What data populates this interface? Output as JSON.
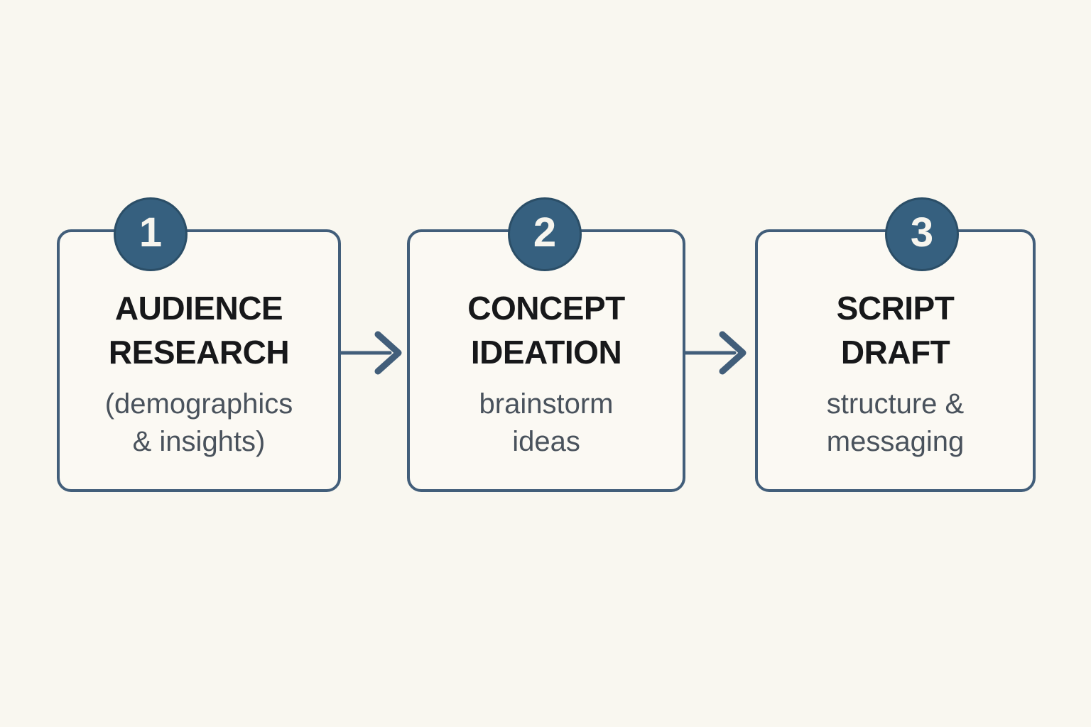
{
  "colors": {
    "background": "#f9f7f0",
    "box_fill": "#fbf9f3",
    "box_border": "#425e7a",
    "badge_fill": "#36607f",
    "badge_border": "#2b4e67",
    "badge_number_text": "#f7f5ee",
    "title_text": "#17181a",
    "subtitle_text": "#49525c",
    "arrow": "#425e7a"
  },
  "diagram": {
    "steps": [
      {
        "number": "1",
        "title_lines": [
          "AUDIENCE",
          "RESEARCH"
        ],
        "subtitle_lines": [
          "(demographics",
          "& insights)"
        ]
      },
      {
        "number": "2",
        "title_lines": [
          "CONCEPT",
          "IDEATION"
        ],
        "subtitle_lines": [
          "brainstorm",
          "ideas"
        ]
      },
      {
        "number": "3",
        "title_lines": [
          "SCRIPT",
          "DRAFT"
        ],
        "subtitle_lines": [
          "structure &",
          "messaging"
        ]
      }
    ]
  }
}
